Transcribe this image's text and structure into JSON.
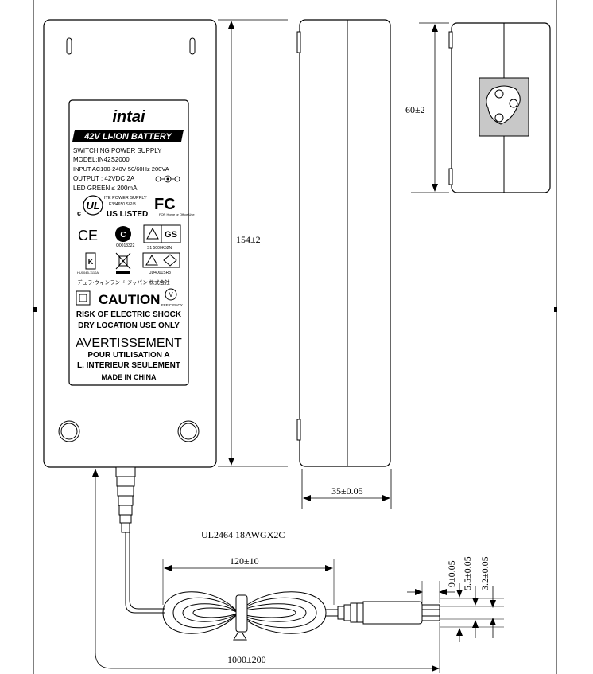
{
  "dimensions": {
    "length": "154±2",
    "thickness": "35±0.05",
    "inlet_height": "60±2",
    "coil_length": "120±10",
    "cable_length": "1000±200",
    "plug_len": "9±0.05",
    "plug_outer": "5.5±0.05",
    "plug_inner": "3.2±0.05"
  },
  "cable_spec": "UL2464 18AWGX2C",
  "label": {
    "brand": "intai",
    "battery": "42V LI-ION BATTERY",
    "line1": "SWITCHING POWER SUPPLY",
    "line2": "MODEL:IN42S2000",
    "line3": "INPUT:AC100-240V 50/60Hz 200VA",
    "line4": "OUTPUT : 42VDC 2A",
    "line5": "LED GREEN ≤ 200mA",
    "ite": "ITE POWER SUPPLY",
    "ite_code": "E334650 S/P/3",
    "ul_listed": "US LISTED",
    "fcc_sub": "FOR Home or Office Use",
    "ccc_code": "Q0013322",
    "gs_code": "S1 5000K52N",
    "kc_code": "HU0045-1110A",
    "jet_code": "JD4001SR3",
    "jp_text": "デュラ·ウィンランド·ジャパン 株式会社",
    "caution": "CAUTION",
    "efficiency": "EFFICIENCY",
    "risk": "RISK OF ELECTRIC SHOCK",
    "dry": "DRY LOCATION USE ONLY",
    "avert": "AVERTISSEMENT",
    "pour": "POUR UTILISATION A",
    "interieur": "L, INTERIEUR SEULEMENT",
    "made": "MADE IN CHINA"
  }
}
